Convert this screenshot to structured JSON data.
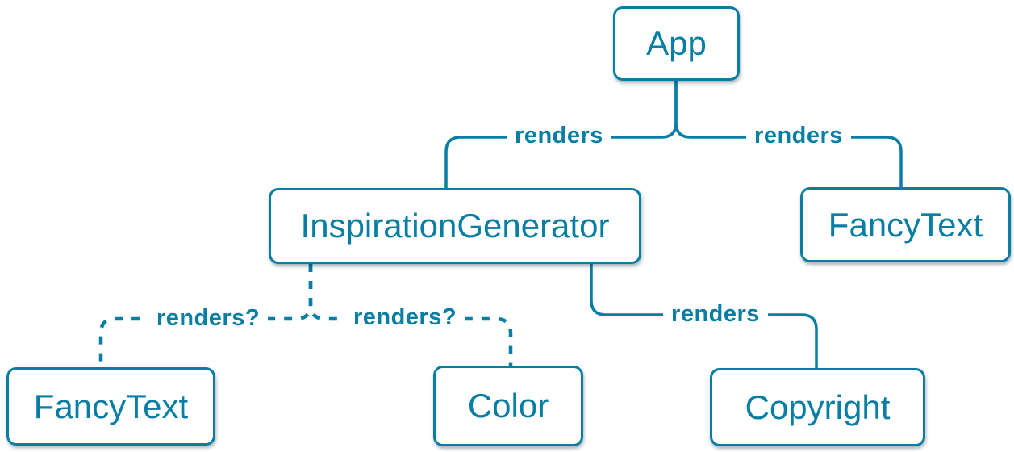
{
  "colors": {
    "accent": "#087ea4",
    "node_background": "#ffffff"
  },
  "diagram": {
    "type": "component-render-tree",
    "nodes": [
      {
        "id": "app",
        "label": "App"
      },
      {
        "id": "inspiration-generator",
        "label": "InspirationGenerator"
      },
      {
        "id": "fancy-text-top",
        "label": "FancyText"
      },
      {
        "id": "fancy-text-bottom",
        "label": "FancyText"
      },
      {
        "id": "color",
        "label": "Color"
      },
      {
        "id": "copyright",
        "label": "Copyright"
      }
    ],
    "edges": [
      {
        "from": "App",
        "to": "InspirationGenerator",
        "label": "renders",
        "style": "solid"
      },
      {
        "from": "App",
        "to": "FancyText",
        "label": "renders",
        "style": "solid"
      },
      {
        "from": "InspirationGenerator",
        "to": "FancyText",
        "label": "renders?",
        "style": "dashed"
      },
      {
        "from": "InspirationGenerator",
        "to": "Color",
        "label": "renders?",
        "style": "dashed"
      },
      {
        "from": "InspirationGenerator",
        "to": "Copyright",
        "label": "renders",
        "style": "solid"
      }
    ]
  }
}
